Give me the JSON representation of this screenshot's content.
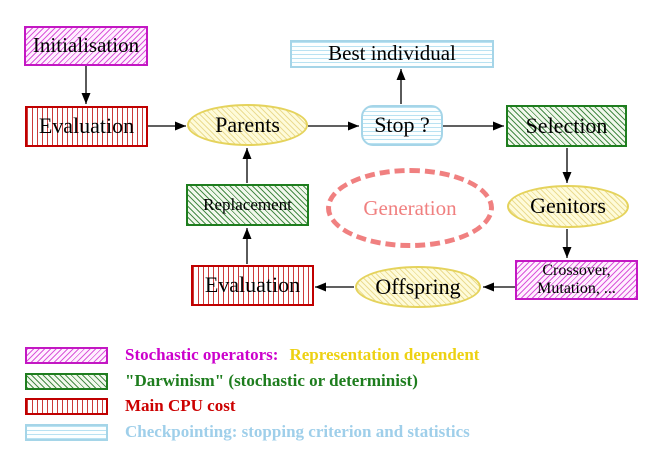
{
  "diagram": {
    "nodes": {
      "initialisation": {
        "label": "Initialisation"
      },
      "evaluation_top": {
        "label": "Evaluation"
      },
      "parents": {
        "label": "Parents"
      },
      "best_individual": {
        "label": "Best individual"
      },
      "stop": {
        "label": "Stop ?"
      },
      "selection": {
        "label": "Selection"
      },
      "genitors": {
        "label": "Genitors"
      },
      "crossover_mutation": {
        "label_line1": "Crossover,",
        "label_line2": "Mutation, ..."
      },
      "offspring": {
        "label": "Offspring"
      },
      "evaluation_bottom": {
        "label": "Evaluation"
      },
      "replacement": {
        "label": "Replacement"
      },
      "generation": {
        "label": "Generation"
      }
    },
    "colors": {
      "stochastic_magenta": "#cc00cc",
      "representation_gold": "#edd112",
      "darwinism_green": "#1e7d1e",
      "cpu_red": "#cc0000",
      "checkpoint_blue": "#9fcfea",
      "generation_coral": "#f08080",
      "yellow_node_border": "#e5d35c",
      "arrow_black": "#000000"
    }
  },
  "legend": {
    "items": [
      {
        "swatch": "magenta-diagonal-hatch",
        "text": "Stochastic operators:",
        "text2": "Representation dependent"
      },
      {
        "swatch": "green-diagonal-hatch",
        "text": "\"Darwinism\" (stochastic or determinist)"
      },
      {
        "swatch": "red-vertical-hatch",
        "text": "Main CPU cost"
      },
      {
        "swatch": "cyan-horizontal-hatch",
        "text": "Checkpointing: stopping criterion and statistics"
      }
    ]
  }
}
